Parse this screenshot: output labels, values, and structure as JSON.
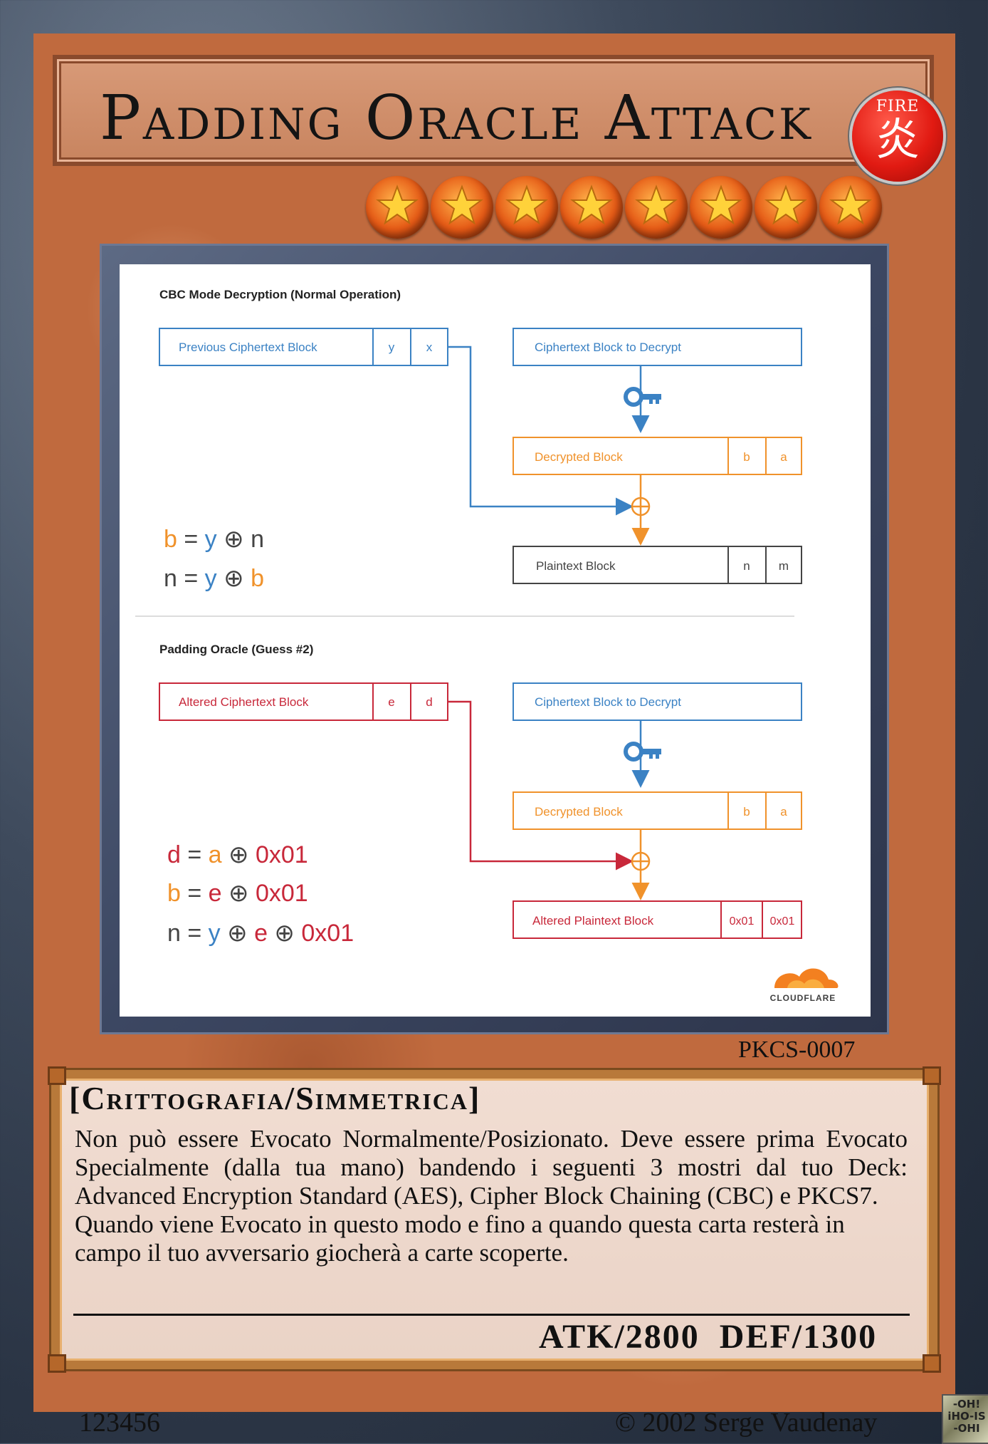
{
  "card": {
    "title": "Padding Oracle Attack",
    "attribute": {
      "label": "FIRE",
      "glyph": "炎",
      "color": "#e11a12"
    },
    "level": 8,
    "set_id": "PKCS-0007",
    "type_line": "[Crittografia/Simmetrica]",
    "effect": [
      "Non può essere Evocato Normalmente/Posizionato. Deve essere prima Evocato Specialmente (dalla tua mano) bandendo i seguenti 3 mostri dal tuo Deck: Advanced Encryption Standard (AES), Cipher Block Chaining (CBC) e PKCS7.",
      "Quando viene Evocato in questo modo e fino a quando questa carta resterà in campo il tuo avversario giocherà a carte scoperte."
    ],
    "atk": "ATK/2800",
    "def": "DEF/1300",
    "passcode": "123456",
    "copyright": "© 2002 Serge Vaudenay",
    "hologram": [
      "-OH!",
      "iHO-IS",
      "-OHI"
    ]
  },
  "artwork": {
    "section1": {
      "heading": "CBC Mode Decryption (Normal Operation)",
      "prev_block": "Previous Ciphertext Block",
      "prev_cells": [
        "y",
        "x"
      ],
      "cipher_block": "Ciphertext Block to Decrypt",
      "decrypted_block": "Decrypted Block",
      "decrypted_cells": [
        "b",
        "a"
      ],
      "plaintext_block": "Plaintext Block",
      "plaintext_cells": [
        "n",
        "m"
      ],
      "eq1": [
        "b",
        " = ",
        "y",
        " ⊕ ",
        "n"
      ],
      "eq2": [
        "n",
        " = ",
        "y",
        " ⊕ ",
        "b"
      ]
    },
    "section2": {
      "heading": "Padding Oracle (Guess #2)",
      "altered_block": "Altered Ciphertext Block",
      "altered_cells": [
        "e",
        "d"
      ],
      "cipher_block": "Ciphertext Block to Decrypt",
      "decrypted_block": "Decrypted Block",
      "decrypted_cells": [
        "b",
        "a"
      ],
      "plaintext_block": "Altered Plaintext Block",
      "plaintext_cells": [
        "0x01",
        "0x01"
      ],
      "eq1": [
        "d",
        " = ",
        "a",
        " ⊕ ",
        "0x01"
      ],
      "eq2": [
        "b",
        " = ",
        "e",
        " ⊕ ",
        "0x01"
      ],
      "eq3": [
        "n",
        " = ",
        "y",
        " ⊕ ",
        "e",
        " ⊕ ",
        "0x01"
      ]
    },
    "logo": "CLOUDFLARE",
    "colors": {
      "blue": "#3b82c4",
      "orange": "#f0922b",
      "red": "#c8283a",
      "dark": "#444444"
    }
  }
}
